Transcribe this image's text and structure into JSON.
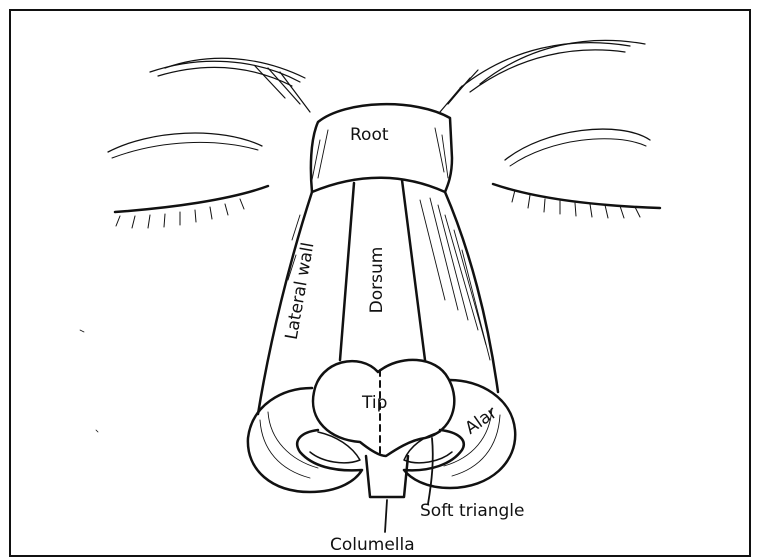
{
  "labels": {
    "root": "Root",
    "dorsum": "Dorsum",
    "lateral_wall": "Lateral wall",
    "tip": "Tip",
    "alar": "Alar",
    "soft_triangle": "Soft triangle",
    "columella": "Columella"
  },
  "colors": {
    "ink": "#111111",
    "background": "#ffffff"
  }
}
